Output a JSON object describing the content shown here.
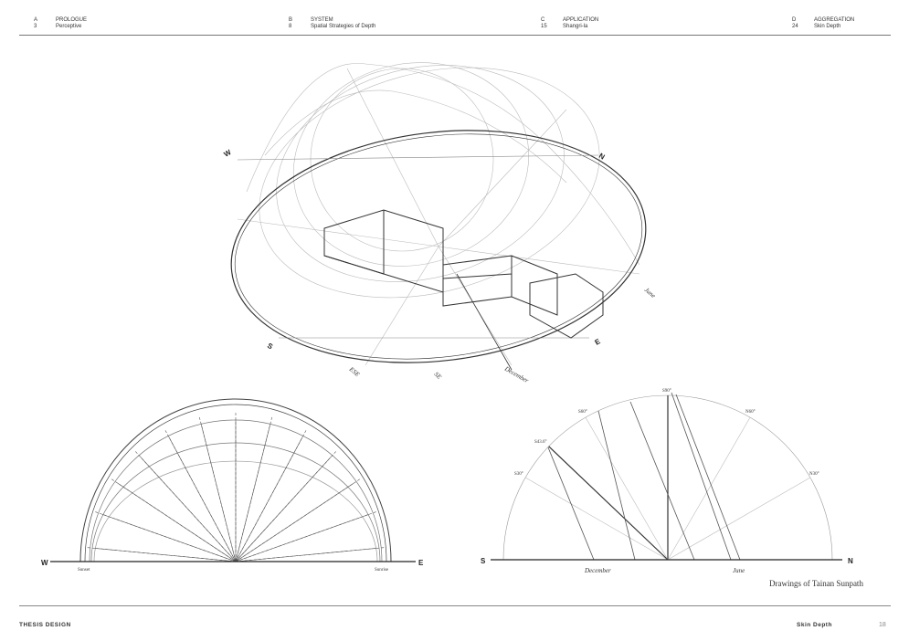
{
  "header": {
    "sections": [
      {
        "letter": "A",
        "page": "3",
        "title": "PROLOGUE",
        "subtitle": "Perceptive"
      },
      {
        "letter": "B",
        "page": "8",
        "title": "SYSTEM",
        "subtitle": "Spatial Strategies of Depth"
      },
      {
        "letter": "C",
        "page": "15",
        "title": "APPLICATION",
        "subtitle": "Shangri-la"
      },
      {
        "letter": "D",
        "page": "24",
        "title": "AGGREGATION",
        "subtitle": "Skin Depth"
      }
    ]
  },
  "axon": {
    "labels": {
      "w": "W",
      "n": "N",
      "s": "S",
      "e": "E",
      "june": "June",
      "december": "December",
      "ese": "ESE",
      "se": "SE"
    }
  },
  "sunpath_plan": {
    "west": "W",
    "east": "E",
    "sunset": "Sunset",
    "sunrise": "Sunrise"
  },
  "sunpath_section": {
    "south": "S",
    "north": "N",
    "december": "December",
    "june": "June",
    "angles": {
      "s90": "S90°",
      "s60": "S60°",
      "s43": "S43.6°",
      "s30": "S30°",
      "n60": "N60°",
      "n30": "N30°"
    }
  },
  "caption": "Drawings of Tainan Sunpath",
  "footer": {
    "left": "THESIS DESIGN",
    "section": "Skin Depth",
    "page": "18"
  }
}
